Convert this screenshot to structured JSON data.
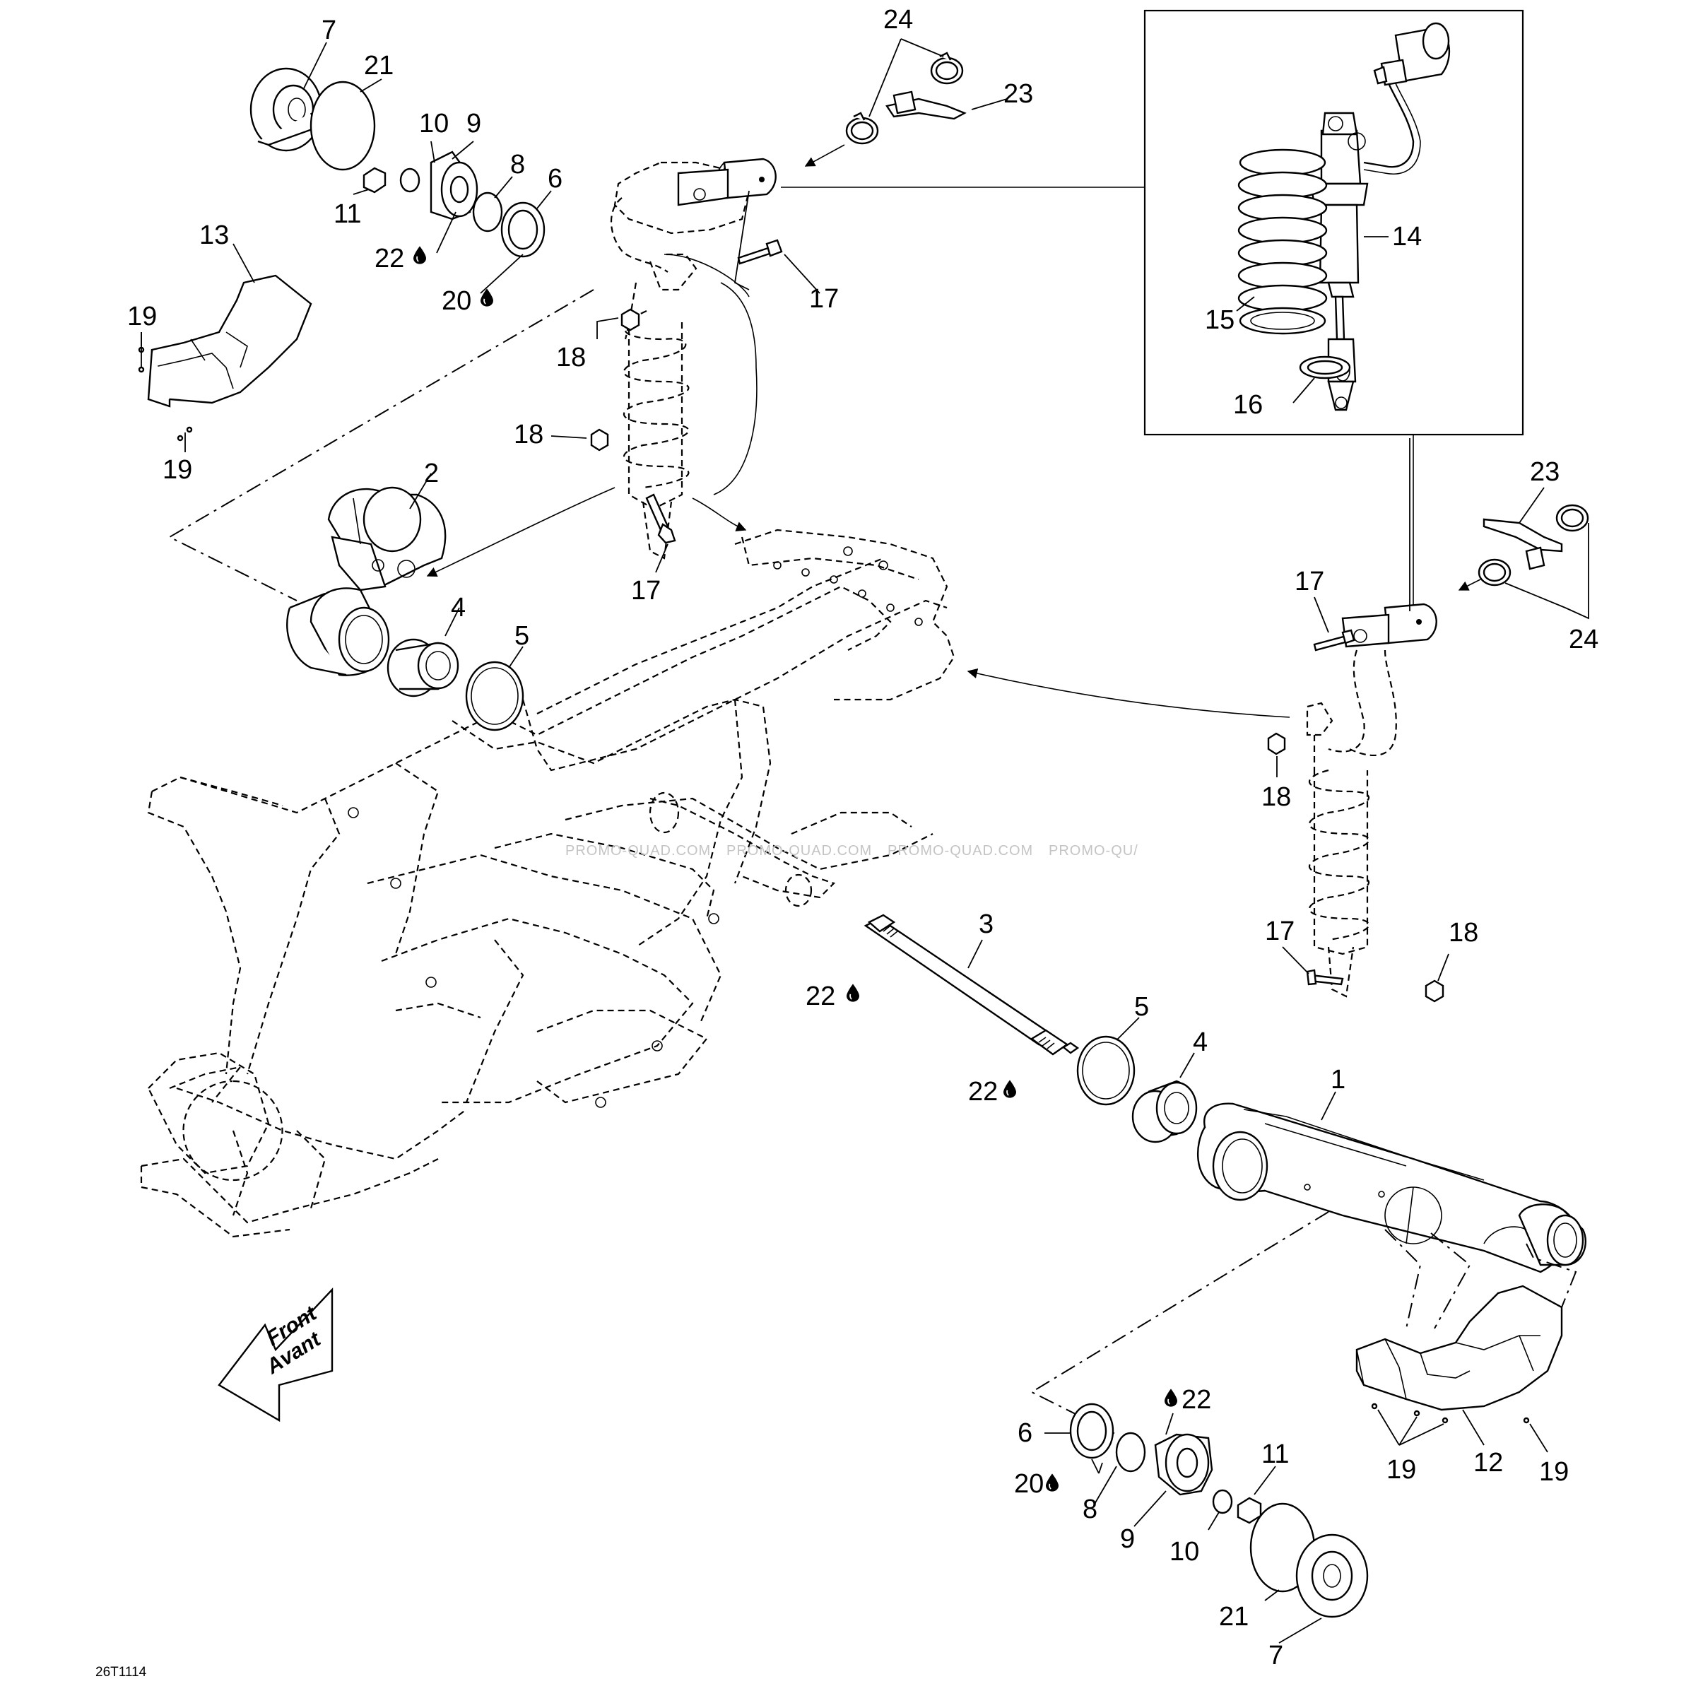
{
  "diagram": {
    "drawing_code": "26T1114",
    "watermark": "PROMO-QUAD.COM",
    "watermark_partial": "PROMO-QU/",
    "direction_label_1": "Front",
    "direction_label_2": "Avant"
  },
  "callouts": {
    "c7_top": "7",
    "c21_top": "21",
    "c10_top": "10",
    "c9_top": "9",
    "c11_top": "11",
    "c8_top": "8",
    "c6_top": "6",
    "c22_top": "22",
    "c20_top": "20",
    "c13": "13",
    "c19_a": "19",
    "c19_b": "19",
    "c24_top": "24",
    "c23_top": "23",
    "c17_top": "17",
    "c18_top": "18",
    "c18_mid": "18",
    "c17_mid": "17",
    "c2": "2",
    "c4_left": "4",
    "c5_left": "5",
    "c14": "14",
    "c15": "15",
    "c16": "16",
    "c23_right": "23",
    "c24_right": "24",
    "c17_right": "17",
    "c18_right": "18",
    "c17_low": "17",
    "c18_low": "18",
    "c3": "3",
    "c22_shaft_a": "22",
    "c22_shaft_b": "22",
    "c5_right": "5",
    "c4_right": "4",
    "c1": "1",
    "c22_bottom": "22",
    "c6_bottom": "6",
    "c20_bottom": "20",
    "c8_bottom": "8",
    "c9_bottom": "9",
    "c11_bottom": "11",
    "c10_bottom": "10",
    "c21_bottom": "21",
    "c7_bottom": "7",
    "c19_c": "19",
    "c12": "12",
    "c19_d": "19"
  },
  "icons": {
    "lubricant": "oil-drop-icon",
    "direction": "front-arrow-icon"
  }
}
